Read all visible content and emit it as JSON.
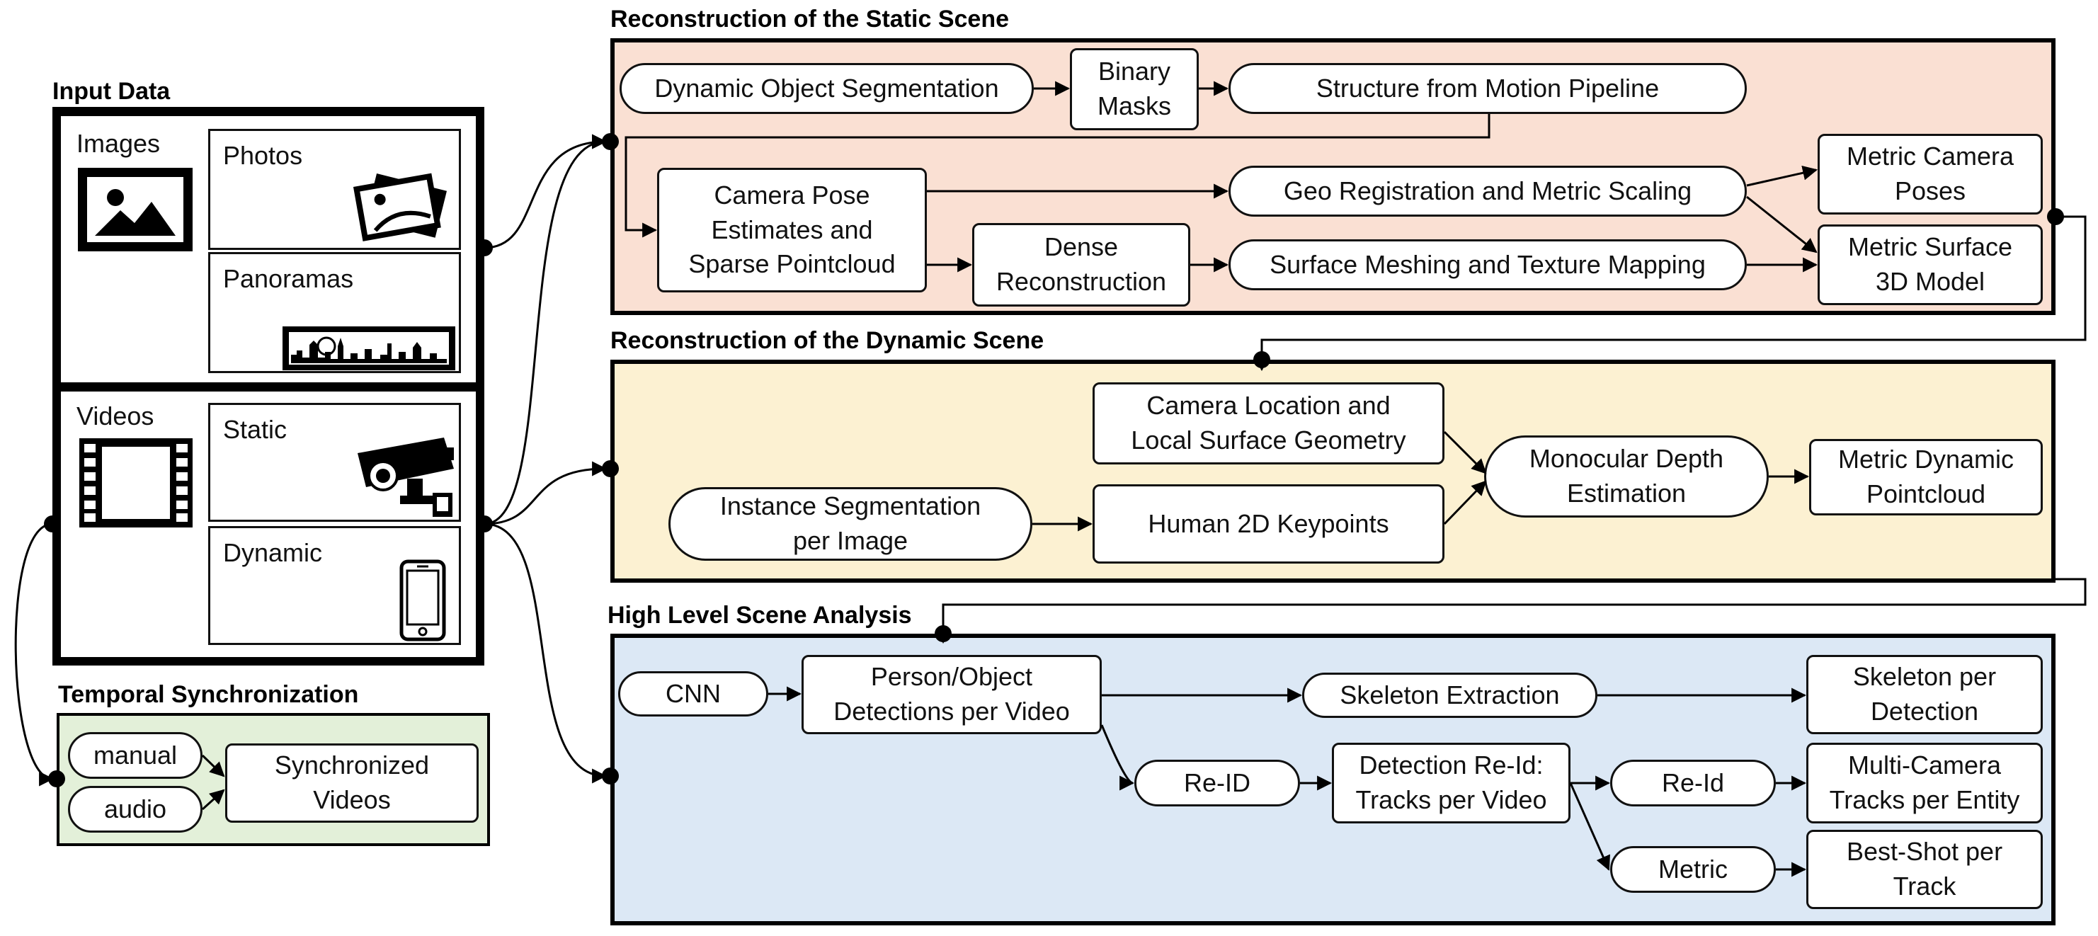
{
  "colors": {
    "static_bg": "#fae0d3",
    "dynamic_bg": "#fcf1d2",
    "analysis_bg": "#dce8f5",
    "sync_bg": "#e3f0d9",
    "line": "#000000"
  },
  "input": {
    "title": "Input Data",
    "images_label": "Images",
    "photos_label": "Photos",
    "panoramas_label": "Panoramas",
    "videos_label": "Videos",
    "static_label": "Static",
    "dynamic_label": "Dynamic",
    "icons": [
      "image-icon",
      "photos-icon",
      "panorama-skyline-icon",
      "film-strip-icon",
      "security-camera-icon",
      "smartphone-icon"
    ]
  },
  "sync": {
    "title": "Temporal Synchronization",
    "manual": "manual",
    "audio": "audio",
    "output": "Synchronized\nVideos"
  },
  "static_scene": {
    "title": "Reconstruction of the Static Scene",
    "dyn_seg": "Dynamic Object Segmentation",
    "masks": "Binary\nMasks",
    "sfm": "Structure from Motion Pipeline",
    "pose": "Camera Pose\nEstimates and\nSparse Pointcloud",
    "geo": "Geo Registration and Metric Scaling",
    "dense": "Dense\nReconstruction",
    "mesh": "Surface Meshing and Texture Mapping",
    "cam_poses": "Metric Camera\nPoses",
    "surface": "Metric Surface\n3D Model"
  },
  "dynamic_scene": {
    "title": "Reconstruction of the Dynamic Scene",
    "cam_loc": "Camera Location and\nLocal Surface Geometry",
    "inst_seg": "Instance Segmentation\nper Image",
    "keypoints": "Human 2D Keypoints",
    "depth": "Monocular Depth\nEstimation",
    "pointcloud": "Metric Dynamic\nPointcloud"
  },
  "analysis": {
    "title": "High Level Scene Analysis",
    "cnn": "CNN",
    "detections": "Person/Object\nDetections per Video",
    "skeleton": "Skeleton Extraction",
    "skel_det": "Skeleton per\nDetection",
    "reid": "Re-ID",
    "tracks": "Detection Re-Id:\nTracks per Video",
    "reid2": "Re-Id",
    "multicam": "Multi-Camera\nTracks per Entity",
    "metric": "Metric",
    "bestshot": "Best-Shot per\nTrack"
  }
}
